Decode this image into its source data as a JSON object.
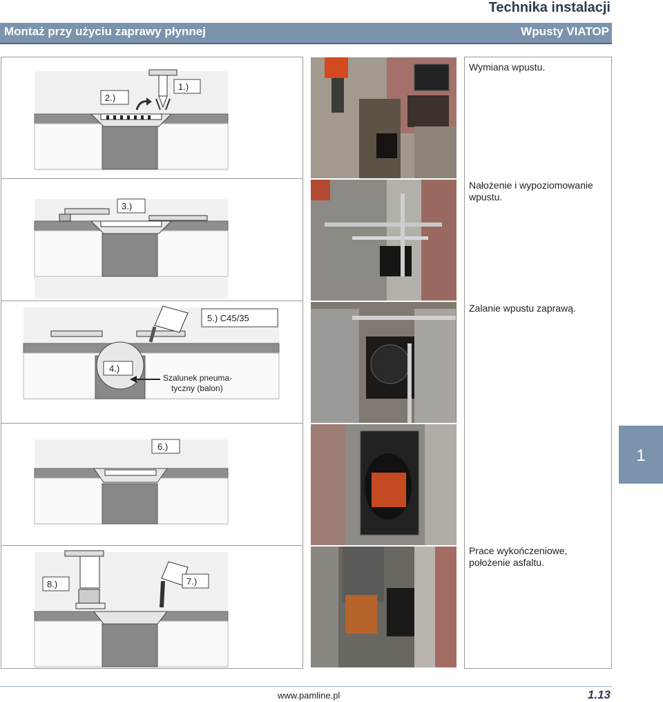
{
  "header": {
    "category": "Technika instalacji",
    "title": "Montaż przy użyciu zaprawy płynnej",
    "product": "Wpusty VIATOP"
  },
  "diagram_labels": {
    "step1": "1.)",
    "step2": "2.)",
    "step3": "3.)",
    "step4": "4.)",
    "step5": "5.) C45/35",
    "step6": "6.)",
    "step7": "7.)",
    "step8": "8.)",
    "balloon_line1": "Szalunek pneuma-",
    "balloon_line2": "tyczny (balon)"
  },
  "captions": {
    "c1": "Wymiana wpustu.",
    "c2_line1": "Nałożenie i wypoziomowanie",
    "c2_line2": "wpustu.",
    "c3": "Zalanie wpustu zaprawą.",
    "c5_line1": "Prace wykończeniowe,",
    "c5_line2": "położenie asfaltu."
  },
  "side_tab": "1",
  "footer": {
    "url": "www.pamline.pl",
    "page": "1.13"
  },
  "colors": {
    "accent": "#7b93ad",
    "title": "#2b3a4e"
  }
}
